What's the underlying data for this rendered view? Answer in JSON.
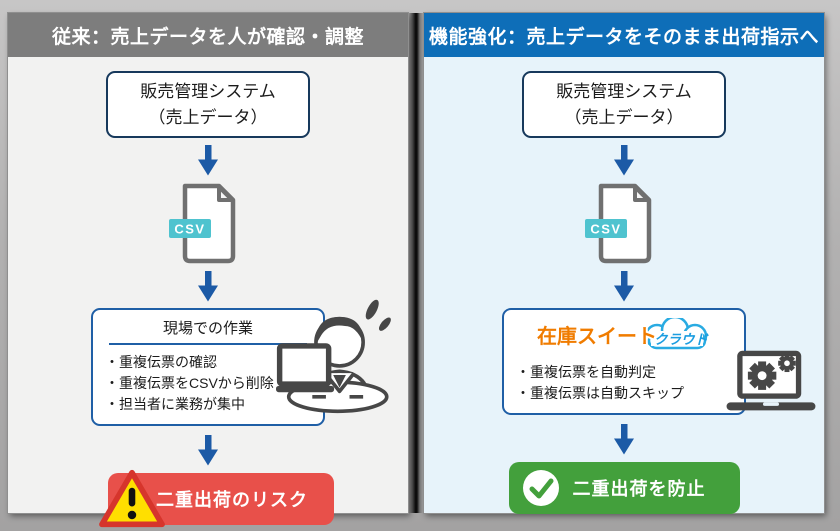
{
  "panels": {
    "before": {
      "header": "従来：売上データを人が確認・調整",
      "system_box": {
        "line1": "販売管理システム",
        "line2": "（売上データ）"
      },
      "csv_label": "CSV",
      "work_box": {
        "title": "現場での作業",
        "items": [
          "・重複伝票の確認",
          "・重複伝票をCSVから削除",
          "・担当者に業務が集中"
        ]
      },
      "result_label": "二重出荷のリスク"
    },
    "after": {
      "header": "機能強化：売上データをそのまま出荷指示へ",
      "system_box": {
        "line1": "販売管理システム",
        "line2": "（売上データ）"
      },
      "csv_label": "CSV",
      "product_box": {
        "logo_main": "在庫スイート",
        "logo_cloud": "クラウド",
        "items": [
          "・重複伝票を自動判定",
          "・重複伝票は自動スキップ"
        ]
      },
      "result_label": "二重出荷を防止"
    }
  },
  "icons": {
    "flow_arrow": "arrow-down",
    "csv_file": "csv-file",
    "worker": "person-at-laptop-with-sweat-drops",
    "warning": "warning-triangle",
    "automation": "laptop-with-gears",
    "check": "check-circle"
  },
  "colors": {
    "header_before": "#7d7d7d",
    "header_after": "#0e6eb8",
    "panel_before_bg": "#f2f2f1",
    "panel_after_bg": "#e7f3fa",
    "arrow_blue": "#1c5aa6",
    "box_border_blue": "#1f5fa6",
    "system_box_border": "#17395c",
    "csv_badge_teal": "#4fc3cf",
    "risk_red": "#e8504a",
    "safe_green": "#43a03c",
    "warning_yellow": "#ffdf00",
    "warning_border_red": "#d6352c",
    "logo_orange": "#f07c00",
    "logo_cloud_blue": "#29abe2",
    "icon_gray": "#474747"
  }
}
